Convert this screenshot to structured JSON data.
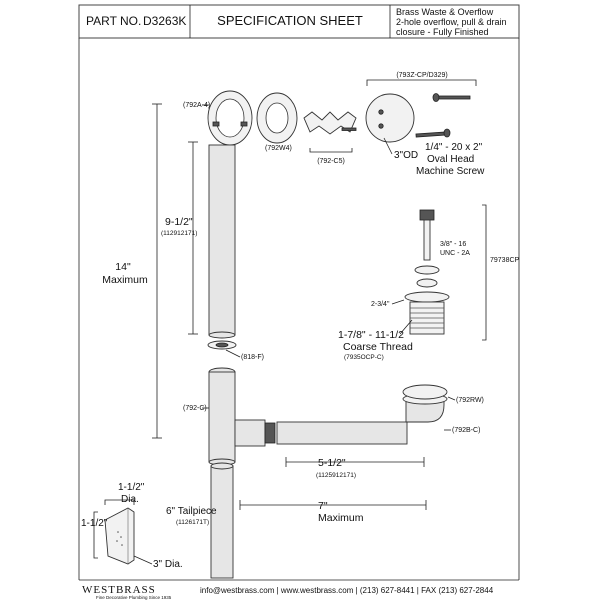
{
  "header": {
    "part_no_label": "PART NO.",
    "part_no": "D3263K",
    "title": "SPECIFICATION SHEET",
    "description": [
      "Brass Waste & Overflow",
      "2-hole overflow, pull & drain",
      "closure - Fully Finished"
    ]
  },
  "labels": {
    "overflow_assembly": "(793Z-CP/D329)",
    "plate_792a4": "(792A-4)",
    "gasket_792w4": "(792W4)",
    "clip_792c5": "(792-C5)",
    "diameter_3od": "3\"OD",
    "screw_size": "1/4\" - 20 x 2\"",
    "screw_name_1": "Oval Head",
    "screw_name_2": "Machine Screw",
    "len_9_half": "9-1/2\"",
    "len_9_half_part": "(112912171)",
    "len_14": "14\"",
    "len_14_max": "Maximum",
    "thread_spec_1": "3/8\" - 16",
    "thread_spec_2": "UNC - 2A",
    "stopper_part": "79738CP",
    "dim_2_3_4": "2-3/4\"",
    "coarse_size": "1-7/8\" - 11-1/2",
    "coarse_label": "Coarse Thread",
    "coarse_part": "(7935OCP-C)",
    "washer_818f": "(818-F)",
    "tee_792c": "(792-C)",
    "ring_792rw": "(792RW)",
    "elbow_792bc": "(792B-C)",
    "len_5_half": "5-1/2\"",
    "len_5_half_part": "(1125912171)",
    "len_7": "7\"",
    "len_7_max": "Maximum",
    "tailpiece": "6\" Tailpiece",
    "tailpiece_part": "(1126171T)",
    "dia_1_half_top": "1-1/2\"",
    "dia_word": "Dia.",
    "dia_1_half_side": "1-1/2\"",
    "dia_3": "3\" Dia."
  },
  "footer": {
    "brand": "WESTBRASS",
    "brand_sub": "Fine Decorative Plumbing Since 1935",
    "contact": "info@westbrass.com | www.westbrass.com |  (213) 627-8441  |  FAX (213) 627-2844"
  }
}
